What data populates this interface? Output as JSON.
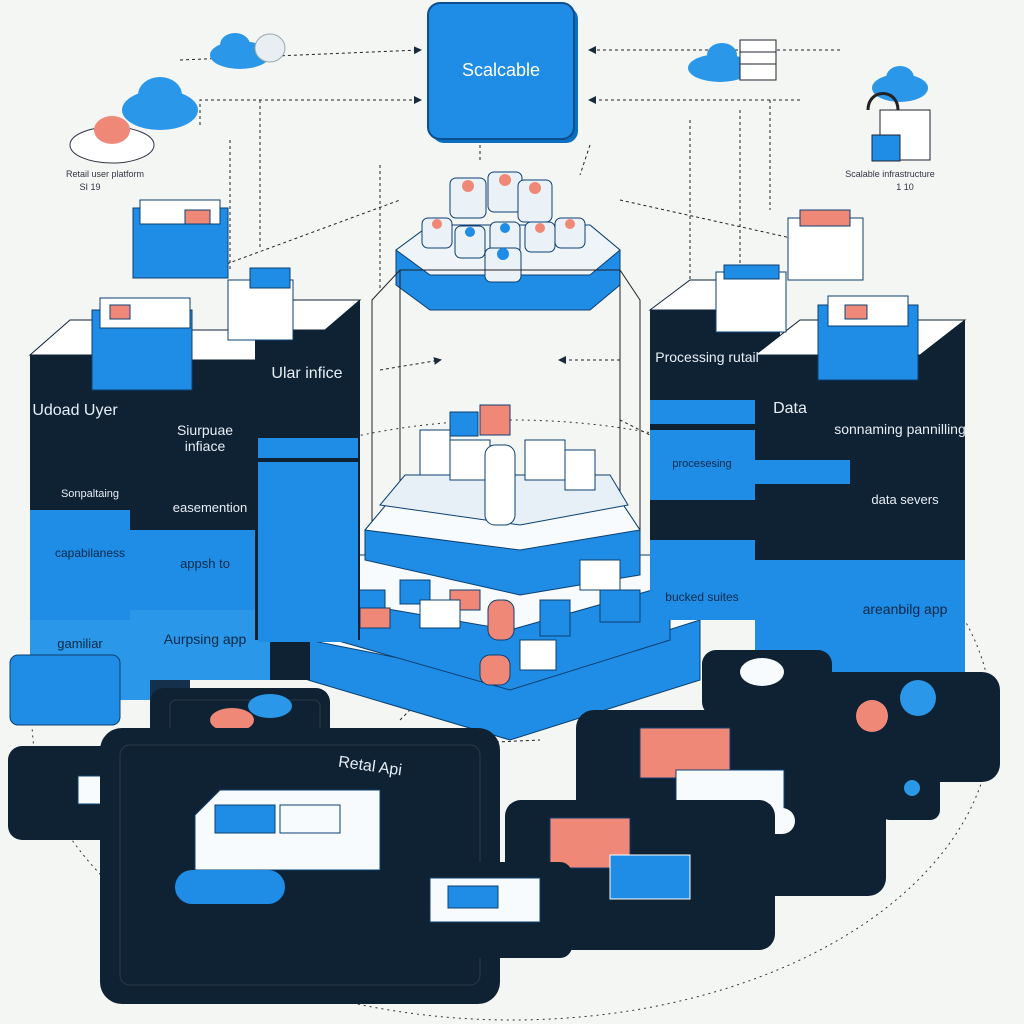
{
  "center": {
    "title": "Scalcable",
    "caption": "Retal Api"
  },
  "left_legend": {
    "title": "Retail user platform",
    "sub": "SI 19"
  },
  "right_legend": {
    "title": "Scalable infrastructure",
    "sub": "1 10"
  },
  "left_tower": {
    "title": "Udoad Uyer",
    "rows": [
      "Sonpaltaing",
      "capabilaness",
      "gamiliar"
    ]
  },
  "left_tower2": {
    "title": "Siurpuae infiace",
    "rows": [
      "easemention",
      "appsh to",
      "Aurpsing app"
    ]
  },
  "mid_left_tower": {
    "title": "Ular infice"
  },
  "right_tower": {
    "title": "Processing rutail",
    "rows": [
      "procesesing",
      "bucked suites"
    ]
  },
  "right_tower2": {
    "title": "Data",
    "rows": [
      "sonnaming pannilling",
      "data severs",
      "areanbilg app"
    ]
  },
  "colors": {
    "blue": "#1f8de6",
    "navy": "#0f2233",
    "accent": "#f08878"
  }
}
